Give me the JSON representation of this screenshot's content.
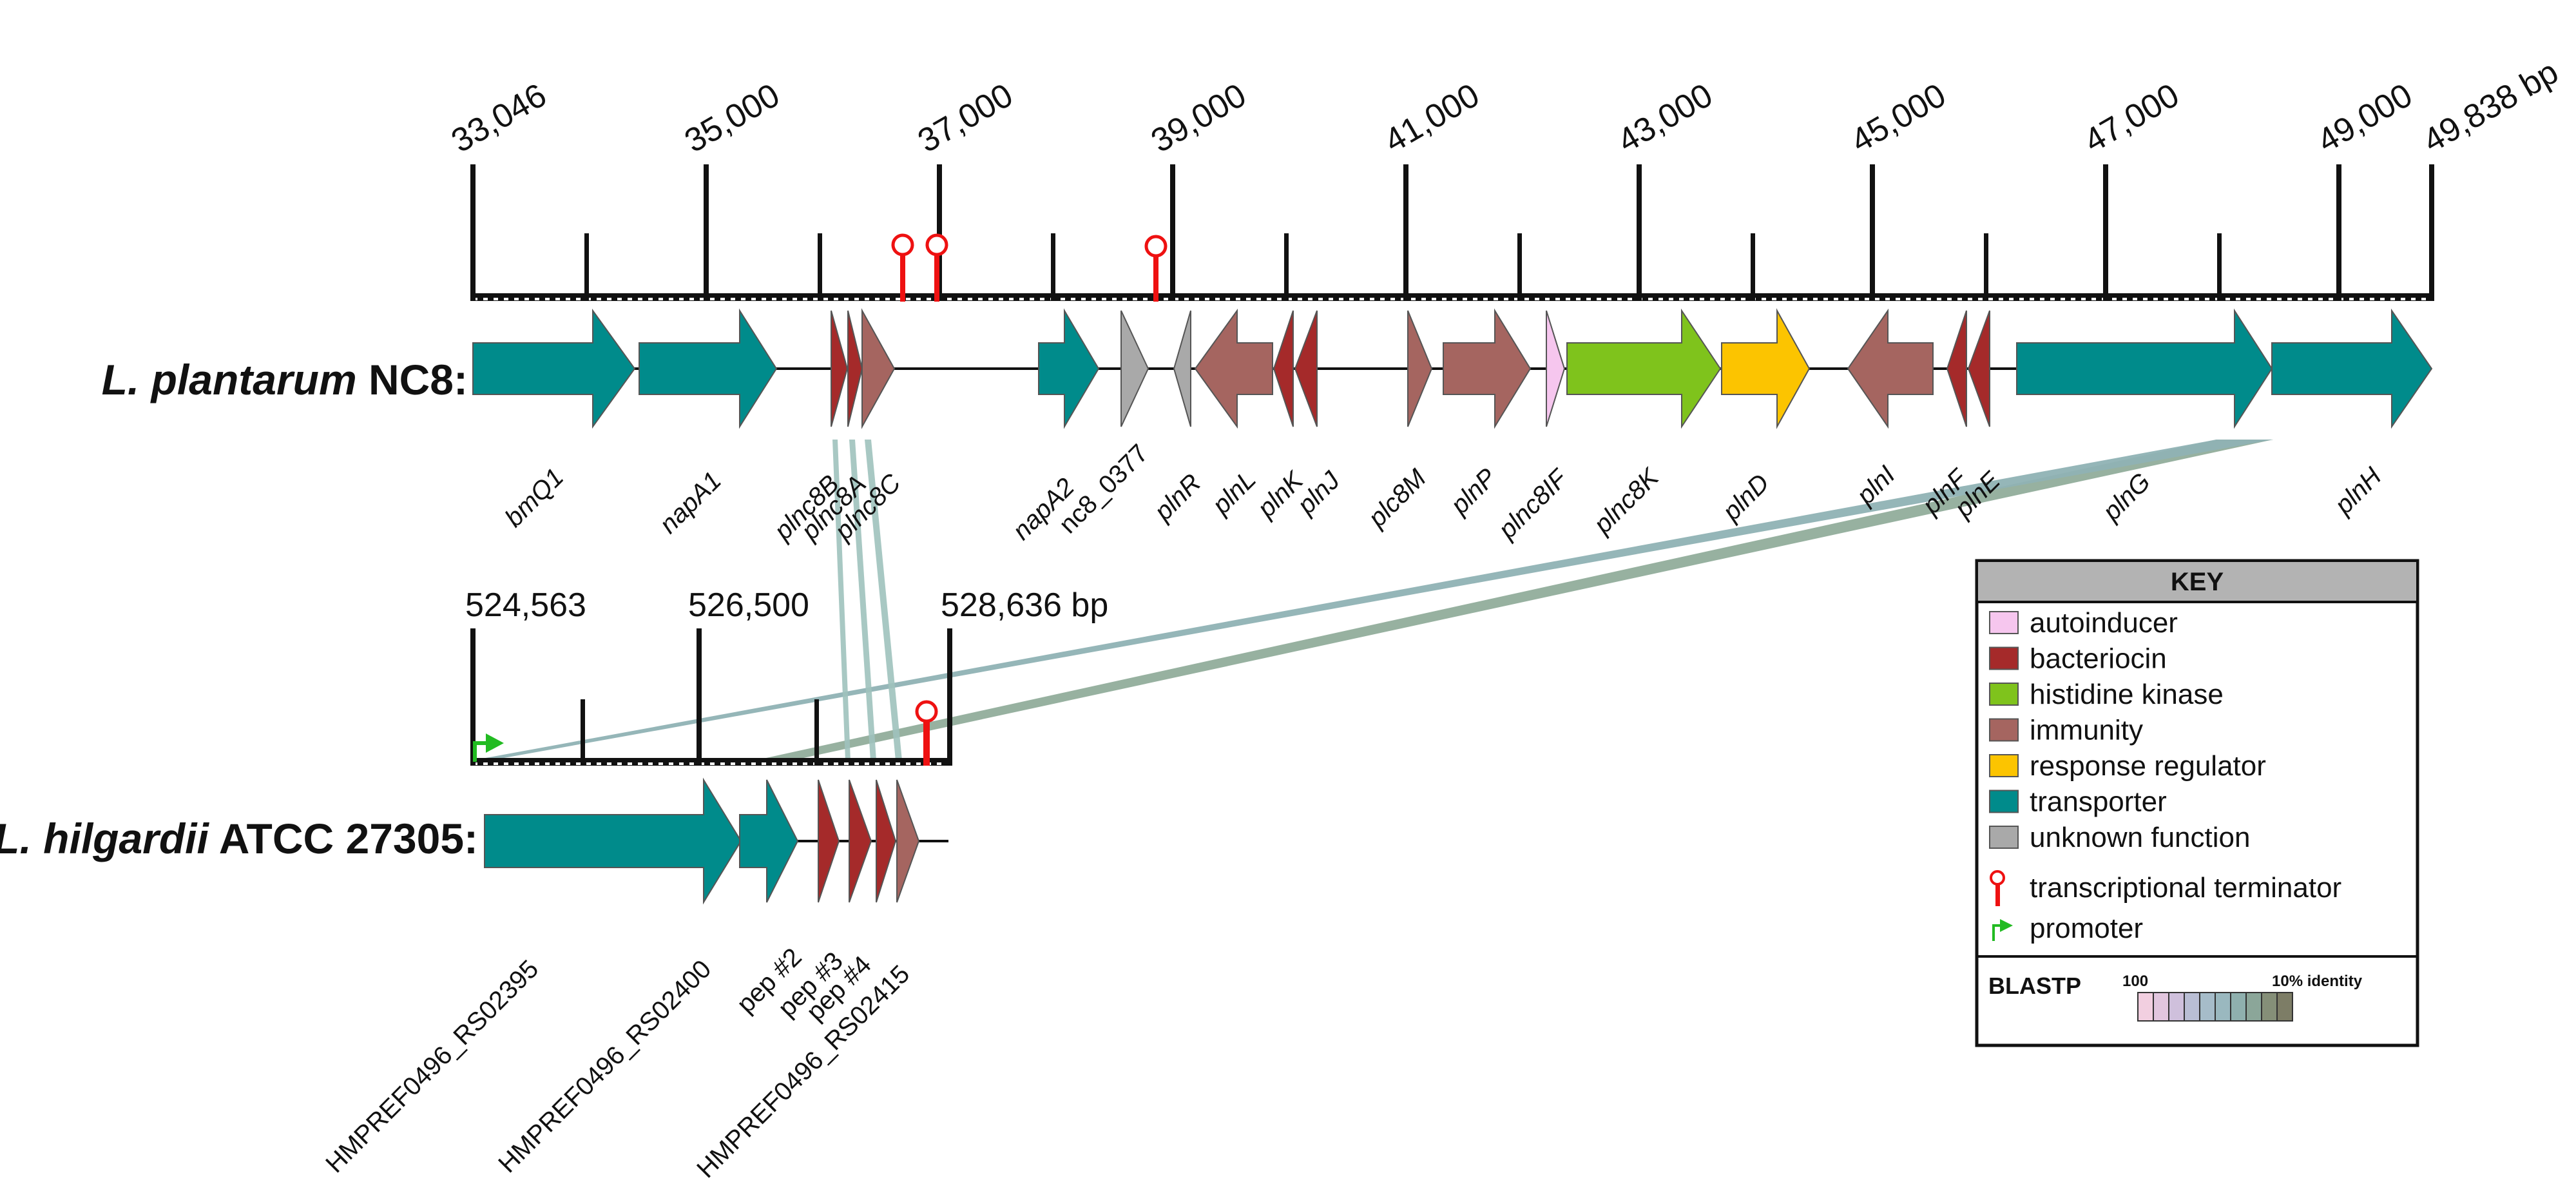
{
  "genomes": [
    {
      "title_species": "L. plantarum",
      "title_strain": " NC8:",
      "ticks": [
        "33,046",
        "35,000",
        "37,000",
        "39,000",
        "41,000",
        "43,000",
        "45,000",
        "47,000",
        "49,000",
        "49,838 bp"
      ],
      "genes": [
        {
          "name": "bmQ1",
          "category": "transporter",
          "strand": "+"
        },
        {
          "name": "napA1",
          "category": "transporter",
          "strand": "+"
        },
        {
          "name": "plnc8B",
          "category": "bacteriocin",
          "strand": "+"
        },
        {
          "name": "plnc8A",
          "category": "bacteriocin",
          "strand": "+"
        },
        {
          "name": "plnc8C",
          "category": "immunity",
          "strand": "+"
        },
        {
          "name": "napA2",
          "category": "transporter",
          "strand": "+"
        },
        {
          "name": "nc8_0377",
          "category": "unknown function",
          "strand": "+"
        },
        {
          "name": "plnR",
          "category": "unknown function",
          "strand": "-"
        },
        {
          "name": "plnL",
          "category": "immunity",
          "strand": "-"
        },
        {
          "name": "plnK",
          "category": "bacteriocin",
          "strand": "-"
        },
        {
          "name": "plnJ",
          "category": "bacteriocin",
          "strand": "-"
        },
        {
          "name": "plc8M",
          "category": "immunity",
          "strand": "+"
        },
        {
          "name": "plnP",
          "category": "immunity",
          "strand": "+"
        },
        {
          "name": "plnc8IF",
          "category": "autoinducer",
          "strand": "+"
        },
        {
          "name": "plnc8K",
          "category": "histidine kinase",
          "strand": "+"
        },
        {
          "name": "plnD",
          "category": "response regulator",
          "strand": "+"
        },
        {
          "name": "plnI",
          "category": "immunity",
          "strand": "-"
        },
        {
          "name": "plnF",
          "category": "bacteriocin",
          "strand": "-"
        },
        {
          "name": "plnE",
          "category": "bacteriocin",
          "strand": "-"
        },
        {
          "name": "plnG",
          "category": "transporter",
          "strand": "+"
        },
        {
          "name": "plnH",
          "category": "transporter",
          "strand": "+"
        }
      ]
    },
    {
      "title_species": "L. hilgardii",
      "title_strain": " ATCC 27305:",
      "ticks": [
        "524,563",
        "526,500",
        "528,636 bp"
      ],
      "genes": [
        {
          "name": "HMPREF0496_RS02395",
          "category": "transporter",
          "strand": "+"
        },
        {
          "name": "HMPREF0496_RS02400",
          "category": "transporter",
          "strand": "+"
        },
        {
          "name": "pep #2",
          "category": "bacteriocin",
          "strand": "+"
        },
        {
          "name": "pep #3",
          "category": "bacteriocin",
          "strand": "+"
        },
        {
          "name": "pep #4",
          "category": "bacteriocin",
          "strand": "+"
        },
        {
          "name": "HMPREF0496_RS02415",
          "category": "immunity",
          "strand": "+"
        }
      ]
    }
  ],
  "key": {
    "title": "KEY",
    "items": [
      {
        "label": "autoinducer",
        "color": "#f6c6ee"
      },
      {
        "label": "bacteriocin",
        "color": "#a52a2a"
      },
      {
        "label": "histidine kinase",
        "color": "#7fc31c"
      },
      {
        "label": "immunity",
        "color": "#a56560"
      },
      {
        "label": "response regulator",
        "color": "#fcc400"
      },
      {
        "label": "transporter",
        "color": "#008b8b"
      },
      {
        "label": "unknown function",
        "color": "#a9a9a9"
      }
    ],
    "terminator_label": "transcriptional terminator",
    "promoter_label": "promoter",
    "blastp_label": "BLASTP",
    "blastp_low": "100",
    "blastp_high": "10% identity",
    "blastp_colors": [
      "#f2cfe0",
      "#e2c6de",
      "#cfc0dc",
      "#b9bed4",
      "#a6bcc9",
      "#9ab8bf",
      "#8fb0ae",
      "#8ba699",
      "#858f78",
      "#7d7d66"
    ]
  }
}
